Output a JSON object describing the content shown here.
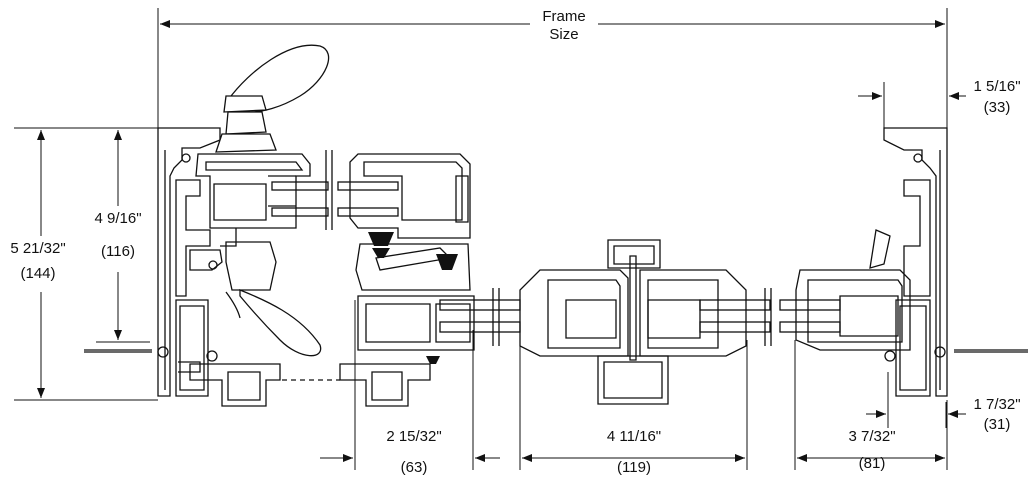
{
  "dimensions": {
    "frame_size": {
      "line1": "Frame",
      "line2": "Size"
    },
    "height_total": {
      "imperial": "5 21/32\"",
      "metric": "(144)"
    },
    "height_inner": {
      "imperial": "4 9/16\"",
      "metric": "(116)"
    },
    "top_right": {
      "imperial": "1 5/16\"",
      "metric": "(33)"
    },
    "bottom_right": {
      "imperial": "1 7/32\"",
      "metric": "(31)"
    },
    "bottom_left": {
      "imperial": "2 15/32\"",
      "metric": "(63)"
    },
    "bottom_center": {
      "imperial": "4 11/16\"",
      "metric": "(119)"
    },
    "bottom_right_center": {
      "imperial": "3 7/32\"",
      "metric": "(81)"
    }
  },
  "colors": {
    "line": "#111111",
    "gasket": "#111111",
    "background": "#ffffff"
  }
}
